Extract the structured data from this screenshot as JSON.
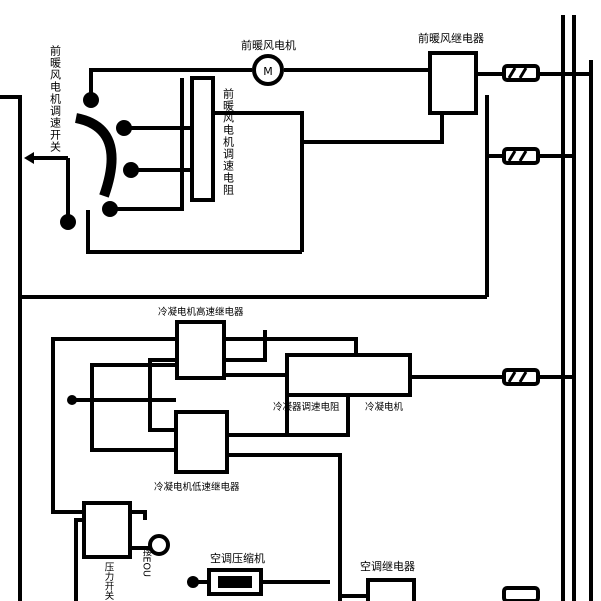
{
  "labels": {
    "front_blower_motor": "前暖风电机",
    "front_blower_relay": "前暖风继电器",
    "front_blower_speed_switch": "前暖风电机调速开关",
    "front_blower_speed_resistor": "前暖风电机调速电阻",
    "condenser_high_relay": "冷凝电机高速继电器",
    "condenser_speed_resistor": "冷凝器调速电阻",
    "condenser_motor": "冷凝电机",
    "condenser_low_relay": "冷凝电机低速继电器",
    "pressure_switch": "压力开关",
    "ac_compressor": "空调压缩机",
    "ac_relay": "空调继电器",
    "terminal": "接EOU"
  },
  "motor_symbol": "M",
  "colors": {
    "line": "#000000",
    "background": "#ffffff"
  }
}
